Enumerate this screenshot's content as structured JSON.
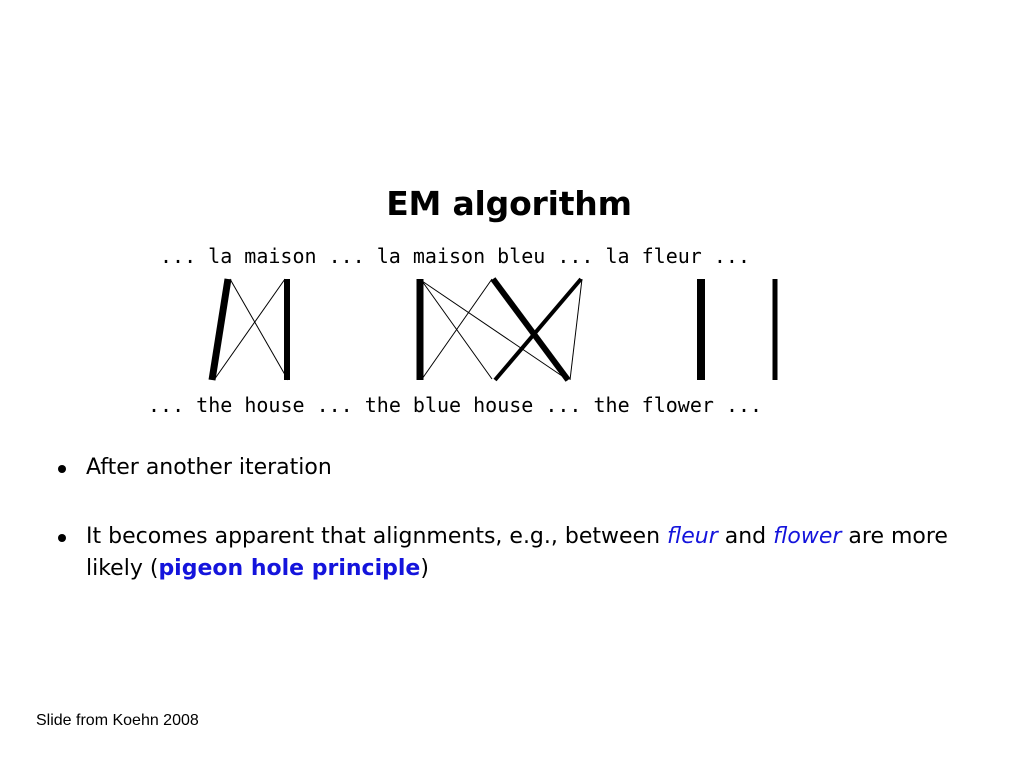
{
  "slide": {
    "title": "EM algorithm",
    "french_sentence": "... la maison ... la maison bleu ... la fleur ...",
    "english_sentence": "... the house ... the blue house ... the flower ..."
  },
  "bullets": [
    {
      "text": "After another iteration"
    },
    {
      "part1": "It becomes apparent that alignments, e.g., between ",
      "term1": "fleur",
      "part2": " and ",
      "term2": "flower",
      "part3": " are more likely (",
      "term3": "pigeon hole principle",
      "part4": ")"
    }
  ],
  "footer": {
    "credit": "Slide from Koehn 2008"
  },
  "colors": {
    "text": "#000000",
    "highlight": "#1414dc",
    "background": "#ffffff"
  }
}
